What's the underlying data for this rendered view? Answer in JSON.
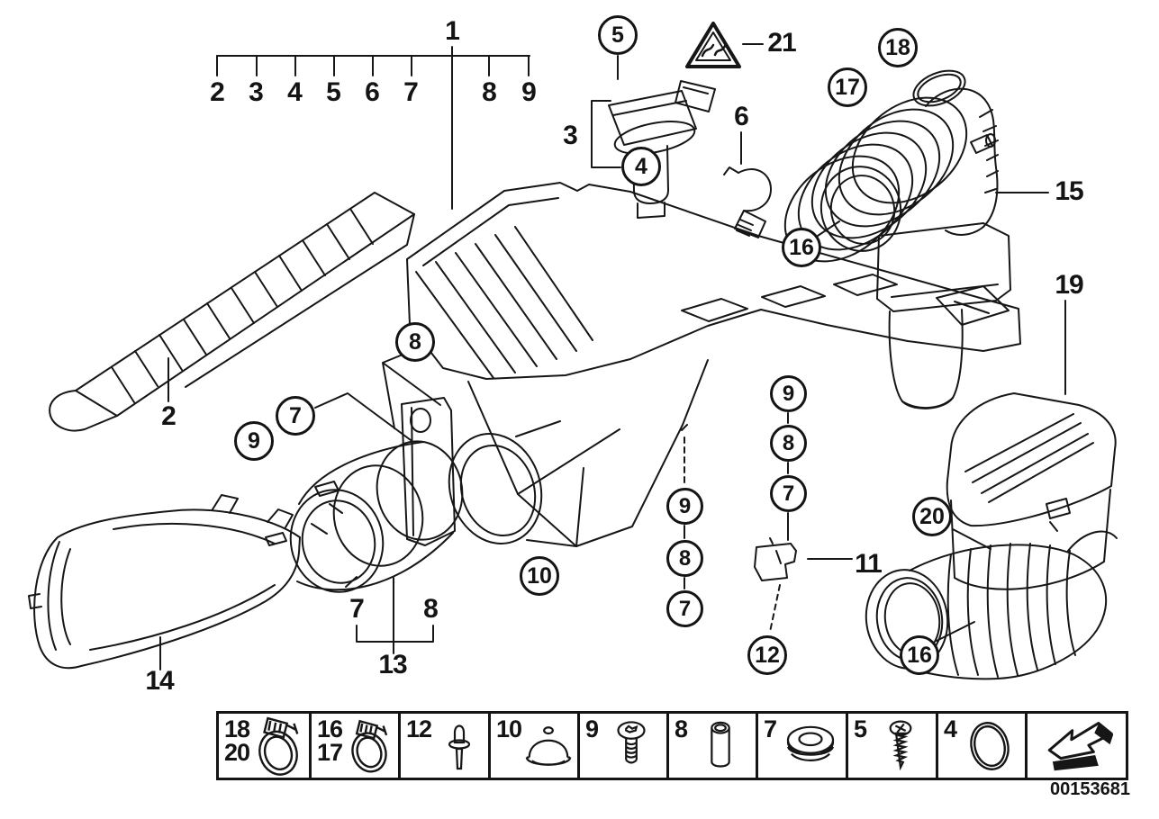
{
  "page": {
    "background": "#ffffff",
    "ink": "#141414",
    "part_number": "00153681"
  },
  "index_bracket": {
    "parent_label": "1",
    "item_labels": [
      "2",
      "3",
      "4",
      "5",
      "6",
      "7",
      "8",
      "9"
    ]
  },
  "balloons": [
    {
      "id": "5",
      "label": "5"
    },
    {
      "id": "4",
      "label": "4"
    },
    {
      "id": "18",
      "label": "18"
    },
    {
      "id": "17",
      "label": "17"
    },
    {
      "id": "16-upper",
      "label": "16"
    },
    {
      "id": "8-left",
      "label": "8"
    },
    {
      "id": "7-left",
      "label": "7"
    },
    {
      "id": "9-left",
      "label": "9"
    },
    {
      "id": "10",
      "label": "10"
    },
    {
      "id": "9-col1",
      "label": "9"
    },
    {
      "id": "8-col1",
      "label": "8"
    },
    {
      "id": "7-col1",
      "label": "7"
    },
    {
      "id": "9-col2",
      "label": "9"
    },
    {
      "id": "8-col2",
      "label": "8"
    },
    {
      "id": "7-col2",
      "label": "7"
    },
    {
      "id": "12",
      "label": "12"
    },
    {
      "id": "20",
      "label": "20"
    },
    {
      "id": "16-lower",
      "label": "16"
    }
  ],
  "callout_labels": [
    {
      "id": "1",
      "label": "1"
    },
    {
      "id": "row2",
      "label": "2"
    },
    {
      "id": "row3",
      "label": "3"
    },
    {
      "id": "row4",
      "label": "4"
    },
    {
      "id": "row5",
      "label": "5"
    },
    {
      "id": "row6",
      "label": "6"
    },
    {
      "id": "row7",
      "label": "7"
    },
    {
      "id": "row8",
      "label": "8"
    },
    {
      "id": "row9",
      "label": "9"
    },
    {
      "id": "3",
      "label": "3"
    },
    {
      "id": "6",
      "label": "6"
    },
    {
      "id": "21",
      "label": "21"
    },
    {
      "id": "15",
      "label": "15"
    },
    {
      "id": "19",
      "label": "19"
    },
    {
      "id": "11",
      "label": "11"
    },
    {
      "id": "2",
      "label": "2"
    },
    {
      "id": "14",
      "label": "14"
    },
    {
      "id": "7-13",
      "label": "7"
    },
    {
      "id": "8-13",
      "label": "8"
    },
    {
      "id": "13",
      "label": "13"
    }
  ],
  "legend": {
    "cells": [
      {
        "labels": [
          "18",
          "20"
        ],
        "icon": "hose-clamp-icon"
      },
      {
        "labels": [
          "16",
          "17"
        ],
        "icon": "hose-clamp-icon"
      },
      {
        "labels": [
          "12"
        ],
        "icon": "rivet-icon"
      },
      {
        "labels": [
          "10"
        ],
        "icon": "dome-grommet-icon"
      },
      {
        "labels": [
          "9"
        ],
        "icon": "torx-screw-icon"
      },
      {
        "labels": [
          "8"
        ],
        "icon": "sleeve-icon"
      },
      {
        "labels": [
          "7"
        ],
        "icon": "grommet-icon"
      },
      {
        "labels": [
          "5"
        ],
        "icon": "tapping-screw-icon"
      },
      {
        "labels": [
          "4"
        ],
        "icon": "o-ring-icon"
      },
      {
        "labels": [],
        "icon": "page-arrow-icon"
      }
    ]
  },
  "footer": {
    "part_number": "00153681"
  }
}
